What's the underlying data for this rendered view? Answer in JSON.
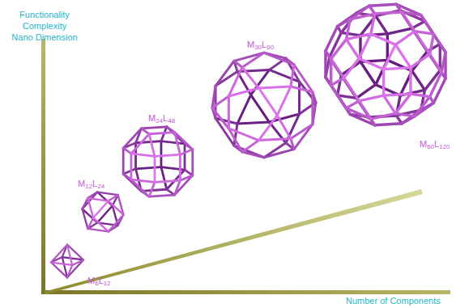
{
  "diagram": {
    "labels": [
      "Functionality",
      "Complexity",
      "Nano Dimension",
      "M6L12",
      "M12L24",
      "M24L48",
      "M30L60",
      "M60L120",
      "Number of Components"
    ]
  }
}
